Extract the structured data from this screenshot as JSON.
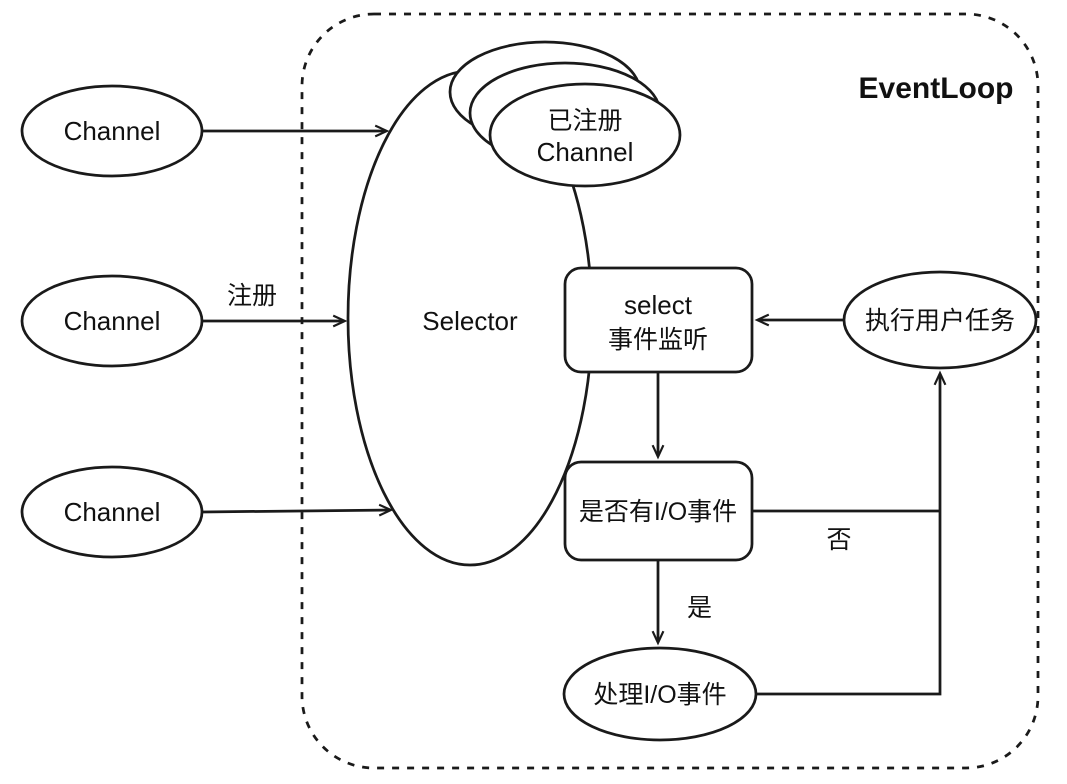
{
  "diagram": {
    "title": "EventLoop",
    "nodes": {
      "channel_top": "Channel",
      "channel_middle": "Channel",
      "channel_bottom": "Channel",
      "selector": "Selector",
      "registered_channel_line1": "已注册",
      "registered_channel_line2": "Channel",
      "select_listener_line1": "select",
      "select_listener_line2": "事件监听",
      "has_io_event": "是否有I/O事件",
      "handle_io_event": "处理I/O事件",
      "run_user_tasks": "执行用户任务"
    },
    "edge_labels": {
      "register": "注册",
      "yes": "是",
      "no": "否"
    },
    "colors": {
      "stroke": "#1a1a1a",
      "background": "#ffffff"
    }
  }
}
